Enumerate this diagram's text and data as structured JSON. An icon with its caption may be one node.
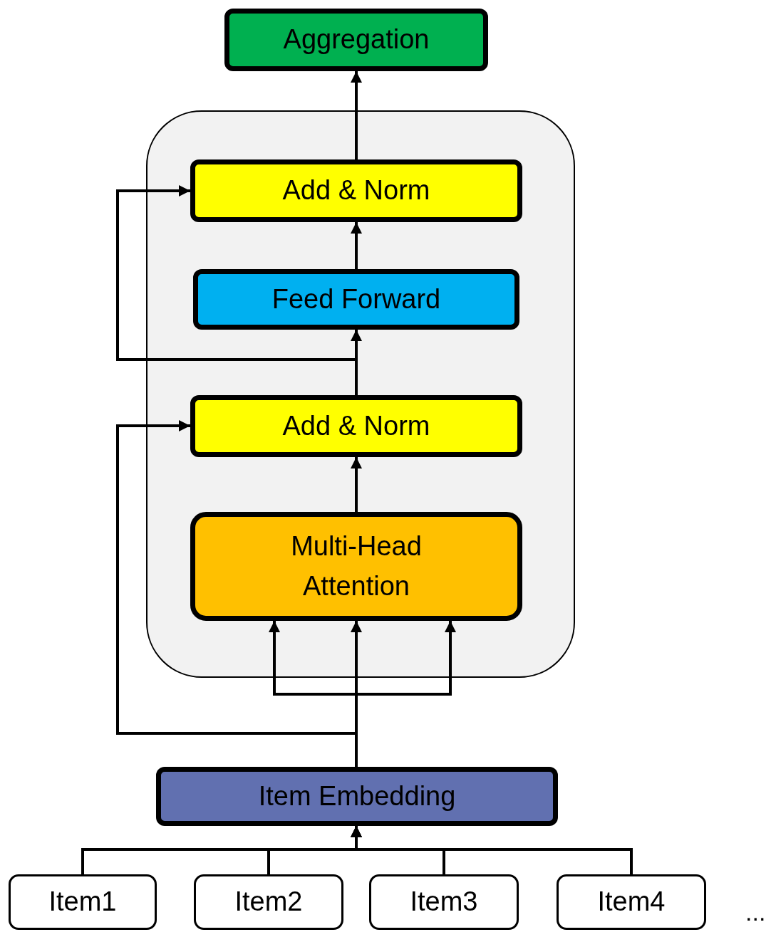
{
  "diagram": {
    "nodes": [
      {
        "text": [
          "Aggregation"
        ]
      },
      {
        "text": [],
        "shape": "box"
      },
      {
        "text": [
          "Add & Norm"
        ],
        "in": 1
      },
      {
        "text": [
          "Feed Forward"
        ],
        "in": 1
      },
      {
        "text": [
          "Add & Norm"
        ],
        "in": 1
      },
      {
        "text": [
          "Multi-Head Attention"
        ],
        "in": 1
      },
      {
        "text": [
          "Item Embedding"
        ]
      },
      {
        "text": [
          "Item1"
        ]
      },
      {
        "text": [
          "Item2"
        ]
      },
      {
        "text": [
          "Item3"
        ]
      },
      {
        "text": [
          "Item4"
        ]
      }
    ],
    "edges": [
      {
        "from": 2,
        "to": 0,
        "arrow": "to"
      },
      {
        "from": 3,
        "to": 2,
        "arrow": "to"
      },
      {
        "from": 4,
        "to": 3,
        "arrow": "to"
      },
      {
        "from": 4,
        "to": 2,
        "arrow": "to"
      },
      {
        "from": 5,
        "to": 4,
        "arrow": "to"
      },
      {
        "from": 6,
        "to": 5,
        "arrow": "to"
      },
      {
        "from": 6,
        "to": 5,
        "arrow": "to"
      },
      {
        "from": 6,
        "to": 5,
        "arrow": "to"
      },
      {
        "from": 6,
        "to": 4,
        "arrow": "to"
      },
      {
        "from": 7,
        "to": 6,
        "arrow": "to"
      },
      {
        "from": 8,
        "to": 6,
        "arrow": "to"
      },
      {
        "from": 9,
        "to": 6,
        "arrow": "to"
      },
      {
        "from": 10,
        "to": 6,
        "arrow": "to"
      }
    ],
    "labels": [
      "..."
    ]
  }
}
